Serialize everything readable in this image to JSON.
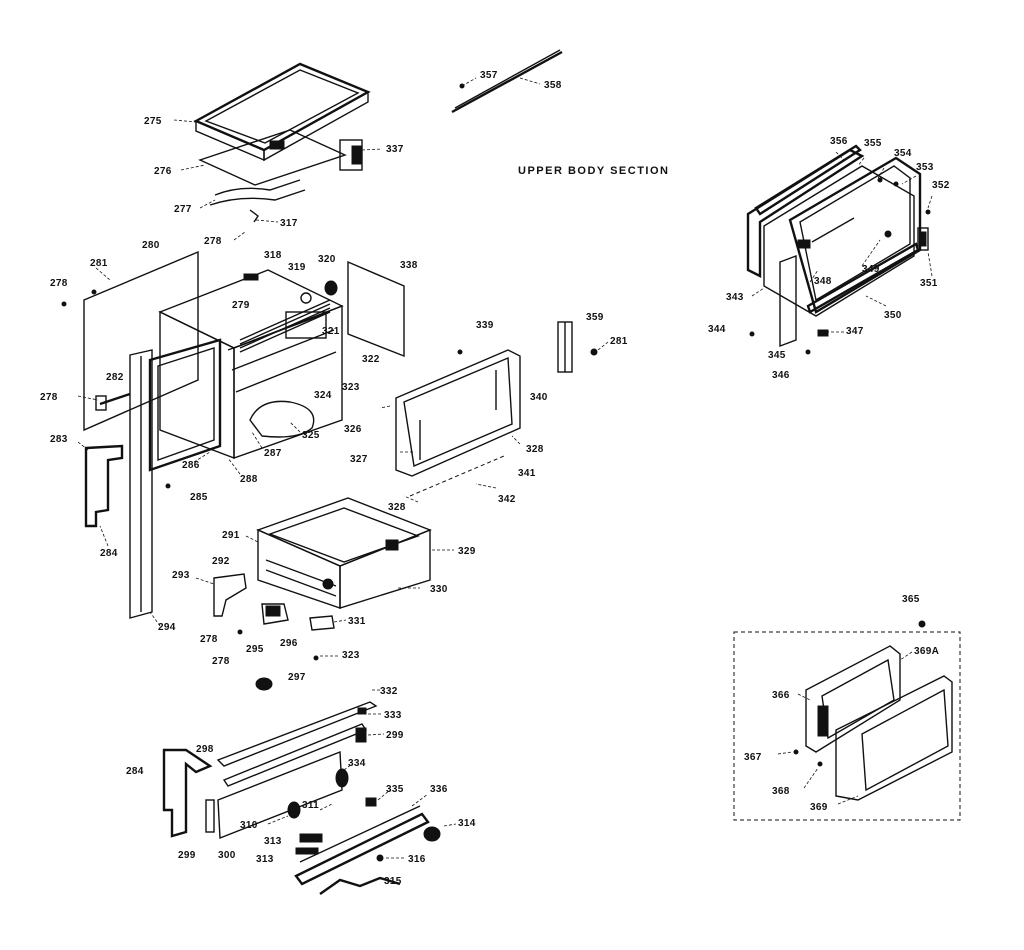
{
  "section_title": "UPPER BODY SECTION",
  "part_labels": {
    "p275": "275",
    "p276": "276",
    "p277": "277",
    "p317": "317",
    "p278a": "278",
    "p337": "337",
    "p357": "357",
    "p358": "358",
    "p280": "280",
    "p281a": "281",
    "p278b": "278",
    "p318": "318",
    "p319": "319",
    "p320": "320",
    "p338": "338",
    "p279": "279",
    "p321": "321",
    "p322": "322",
    "p278c": "278",
    "p282": "282",
    "p323a": "323",
    "p324": "324",
    "p325": "325",
    "p283": "283",
    "p286": "286",
    "p287": "287",
    "p288": "288",
    "p285": "285",
    "p284a": "284",
    "p339": "339",
    "p359": "359",
    "p281b": "281",
    "p340": "340",
    "p326": "326",
    "p327": "327",
    "p328a": "328",
    "p341": "341",
    "p328b": "328",
    "p342": "342",
    "p291": "291",
    "p329": "329",
    "p292": "292",
    "p293": "293",
    "p330": "330",
    "p294": "294",
    "p278d": "278",
    "p278e": "278",
    "p295": "295",
    "p296": "296",
    "p331": "331",
    "p323b": "323",
    "p297": "297",
    "p332": "332",
    "p333": "333",
    "p299a": "299",
    "p298": "298",
    "p284b": "284",
    "p334": "334",
    "p335": "335",
    "p336": "336",
    "p311": "311",
    "p310": "310",
    "p314": "314",
    "p313a": "313",
    "p313b": "313",
    "p316": "316",
    "p315": "315",
    "p299b": "299",
    "p300": "300",
    "p356": "356",
    "p355": "355",
    "p354": "354",
    "p353": "353",
    "p352": "352",
    "p343": "343",
    "p348": "348",
    "p349": "349",
    "p351": "351",
    "p344": "344",
    "p345": "345",
    "p347": "347",
    "p350": "350",
    "p346": "346",
    "p365": "365",
    "p369a": "369A",
    "p366": "366",
    "p367": "367",
    "p368": "368",
    "p369": "369"
  }
}
